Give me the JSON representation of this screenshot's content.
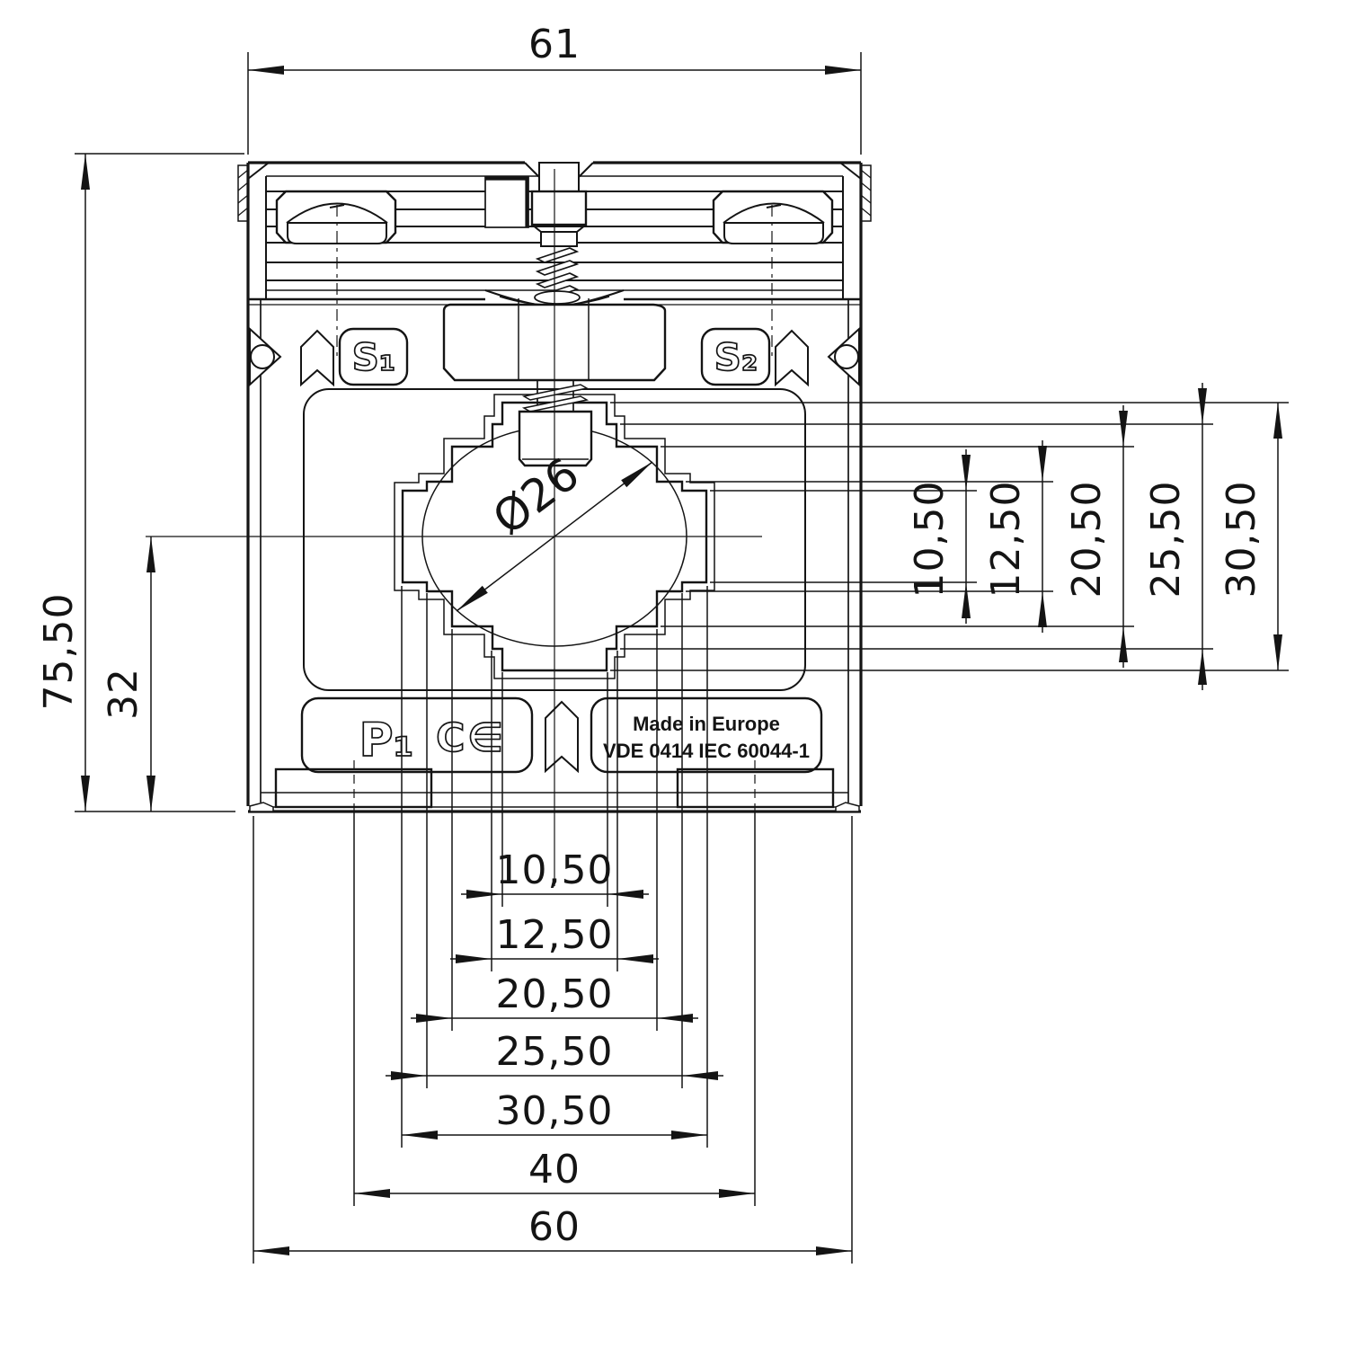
{
  "page": {
    "background": "#ffffff",
    "line_color": "#141414"
  },
  "drawing": {
    "dims": {
      "top_width": "61",
      "overall_height": "75,50",
      "center_height": "32",
      "aperture_diameter": "Ø26",
      "right_heights": [
        "10,50",
        "12,50",
        "20,50",
        "25,50",
        "30,50"
      ],
      "bottom_widths": [
        "10,50",
        "12,50",
        "20,50",
        "25,50",
        "30,50",
        "40",
        "60"
      ]
    },
    "device_labels": {
      "terminal_s1": "S₁",
      "terminal_s2": "S₂",
      "terminal_p1": "P₁",
      "ce_mark": "C∈",
      "made_in": "Made in Europe",
      "standard": "VDE 0414 IEC 60044-1"
    },
    "icons": {
      "ce_mark": "CE",
      "direction_arrow_top": "chevron-up-flag",
      "direction_arrow_bottom": "chevron-up-flag"
    }
  }
}
